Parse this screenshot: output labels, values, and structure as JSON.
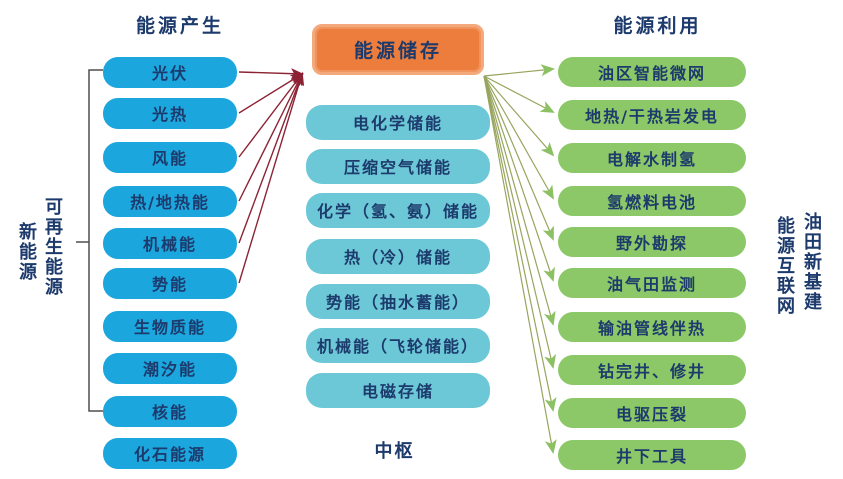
{
  "columns": {
    "left": {
      "header": "能源产生",
      "items": [
        "光伏",
        "光热",
        "风能",
        "热/地热能",
        "机械能",
        "势能",
        "生物质能",
        "潮汐能",
        "核能",
        "化石能源"
      ],
      "side_labels": {
        "outer": "新能源",
        "inner": "可再生能源"
      }
    },
    "center": {
      "hub": "能源储存",
      "items": [
        "电化学储能",
        "压缩空气储能",
        "化学（氢、氨）储能",
        "热（冷）储能",
        "势能（抽水蓄能）",
        "机械能（飞轮储能）",
        "电磁存储"
      ],
      "footer": "中枢"
    },
    "right": {
      "header": "能源利用",
      "items": [
        "油区智能微网",
        "地热/干热岩发电",
        "电解水制氢",
        "氢燃料电池",
        "野外勘探",
        "油气田监测",
        "输油管线伴热",
        "钻完井、修井",
        "电驱压裂",
        "井下工具"
      ],
      "side_labels": {
        "inner": "能源互联网",
        "outer": "油田新基建"
      }
    }
  },
  "connections": {
    "sources_to_hub": [
      "光伏",
      "光热",
      "风能",
      "热/地热能",
      "机械能",
      "势能"
    ],
    "hub_to_uses": [
      "油区智能微网",
      "地热/干热岩发电",
      "电解水制氢",
      "氢燃料电池",
      "野外勘探",
      "油气田监测",
      "输油管线伴热",
      "钻完井、修井",
      "电驱压裂",
      "井下工具"
    ]
  },
  "colors": {
    "source_box": "#1ba7de",
    "storage_box": "#6cc8d6",
    "use_box": "#8cc868",
    "hub_fill": "#ec7d3c",
    "hub_border": "#f4a97c",
    "arrow_in": "#8c2334",
    "arrow_out_line": "#97a55e",
    "arrow_out_head": "#8bc162",
    "text": "#1d3a6c",
    "bracket": "#4f4f4f",
    "background": "#ffffff"
  }
}
